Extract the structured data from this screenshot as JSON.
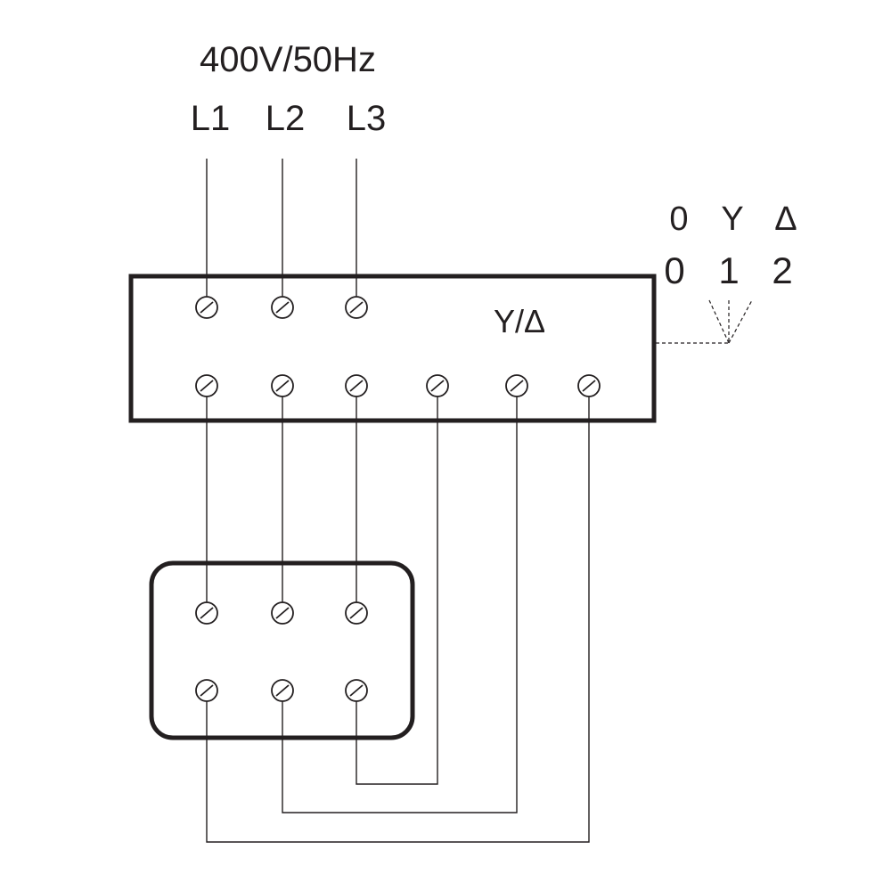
{
  "supply": {
    "voltage_label": "400V/50Hz",
    "phases": [
      "L1",
      "L2",
      "L3"
    ]
  },
  "switch": {
    "label": "Y/Δ",
    "position_symbols": [
      "0",
      "Y",
      "Δ"
    ],
    "position_numbers": [
      "0",
      "1",
      "2"
    ]
  },
  "colors": {
    "line": "#231f20",
    "background": "#ffffff"
  }
}
